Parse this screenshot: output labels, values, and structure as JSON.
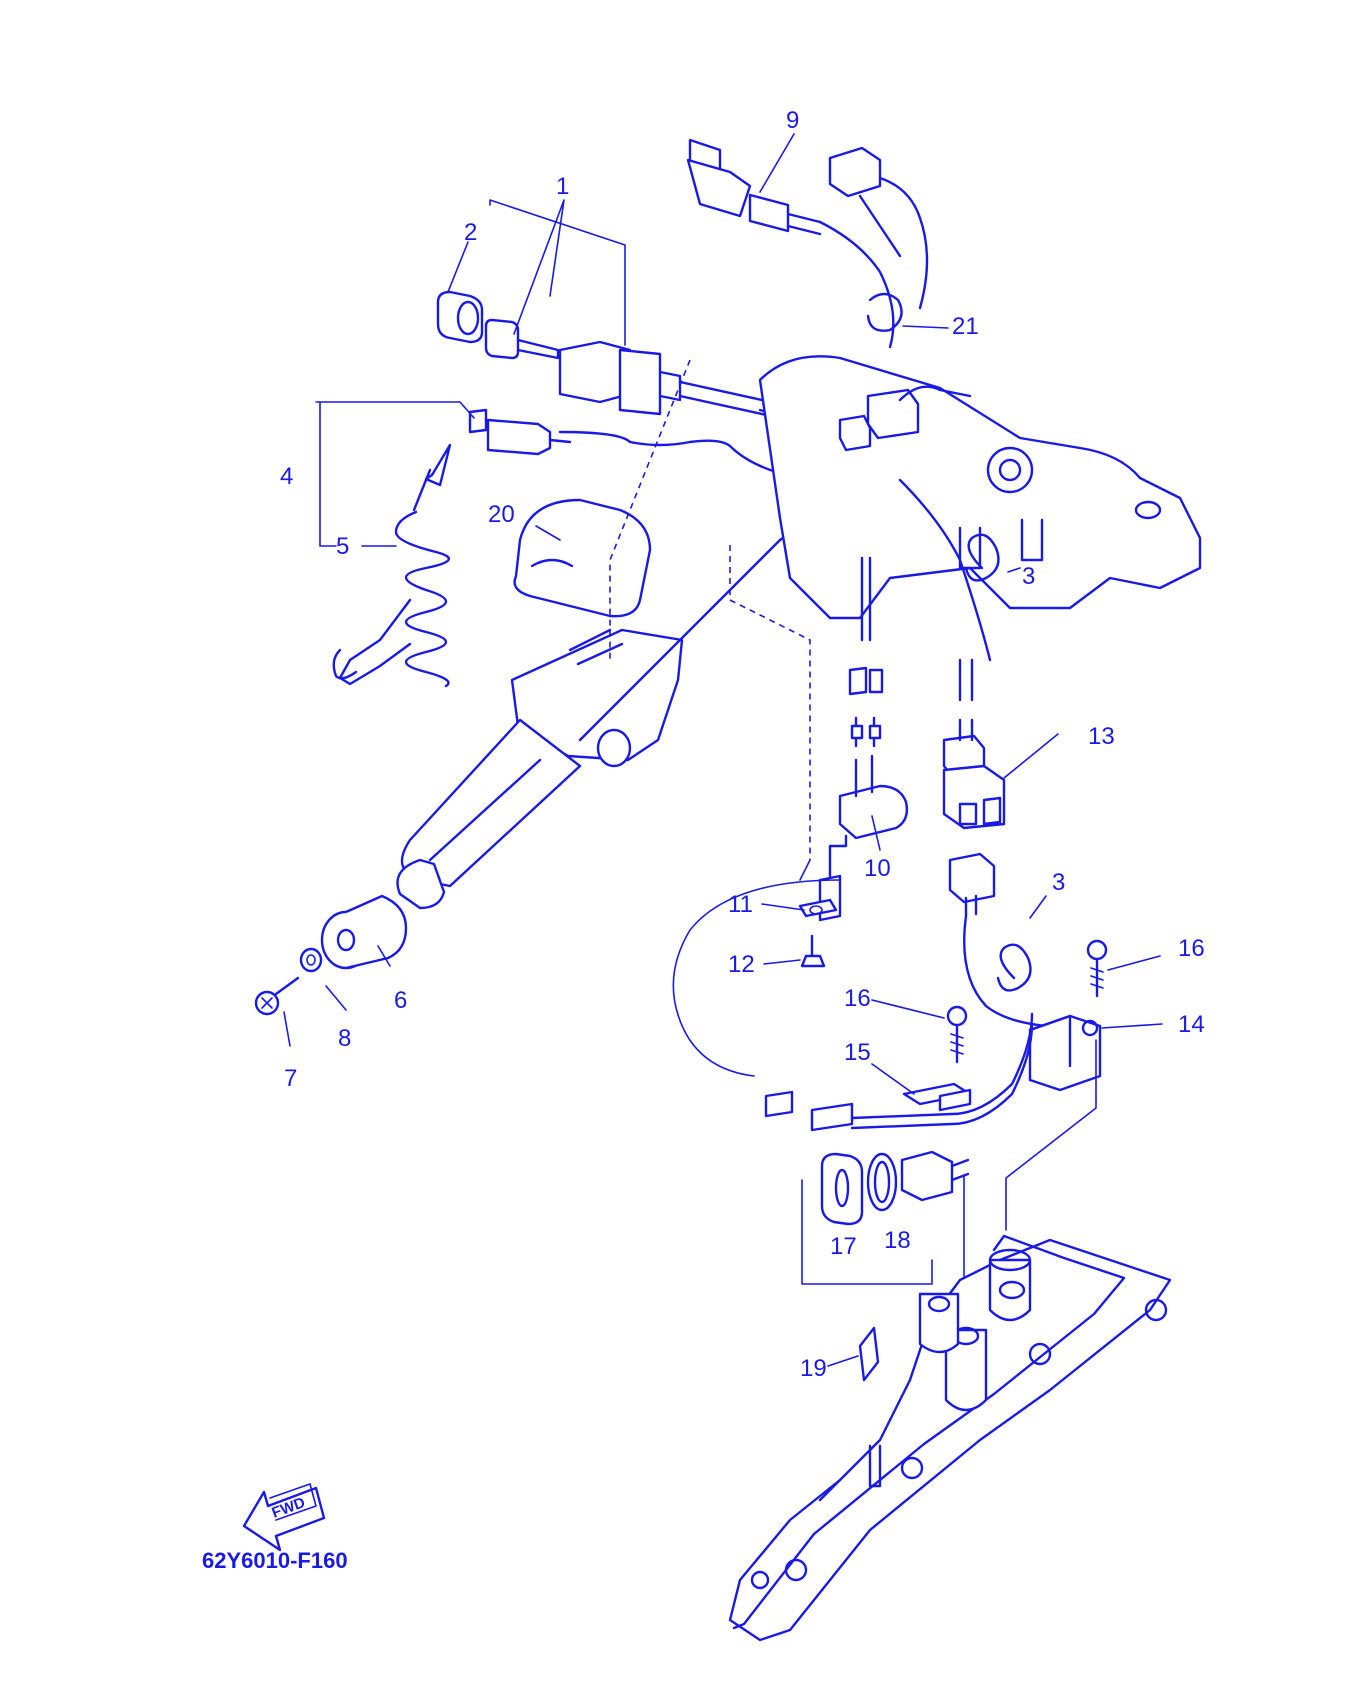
{
  "diagram": {
    "drawing_code": "62Y6010-F160",
    "fwd_label": "FWD",
    "accent_color": "#1a1ae6",
    "callouts": [
      "1",
      "2",
      "3",
      "3",
      "4",
      "5",
      "6",
      "7",
      "8",
      "9",
      "10",
      "11",
      "12",
      "13",
      "14",
      "15",
      "16",
      "16",
      "17",
      "18",
      "19",
      "20",
      "21"
    ]
  }
}
